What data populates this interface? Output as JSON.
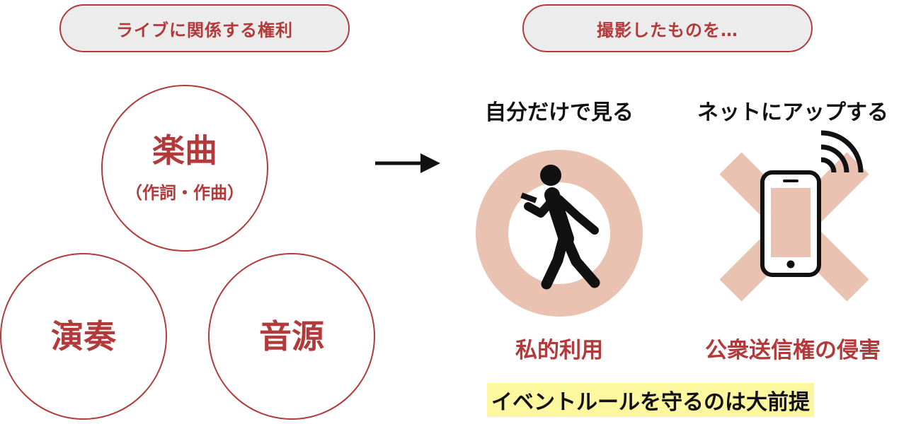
{
  "left": {
    "pill_label": "ライブに関係する権利",
    "circles": [
      {
        "label": "楽曲",
        "sub": "（作詞・作曲）"
      },
      {
        "label": "演奏"
      },
      {
        "label": "音源"
      }
    ]
  },
  "arrow": {
    "icon": "right-arrow-icon"
  },
  "right": {
    "pill_label": "撮影したものを…",
    "columns": [
      {
        "heading": "自分だけで見る",
        "icon": "walking-person-icon",
        "mark": "ok-circle",
        "result": "私的利用"
      },
      {
        "heading": "ネットにアップする",
        "icon": "smartphone-icon",
        "mark": "ng-cross",
        "result": "公衆送信権の侵害"
      }
    ],
    "note": "イベントルールを守るのは大前提"
  },
  "colors": {
    "accent": "#b23a3a",
    "pill_bg": "#ececec",
    "mark": "#e9c2b2",
    "highlight": "#fdf7a0",
    "text": "#111111"
  }
}
